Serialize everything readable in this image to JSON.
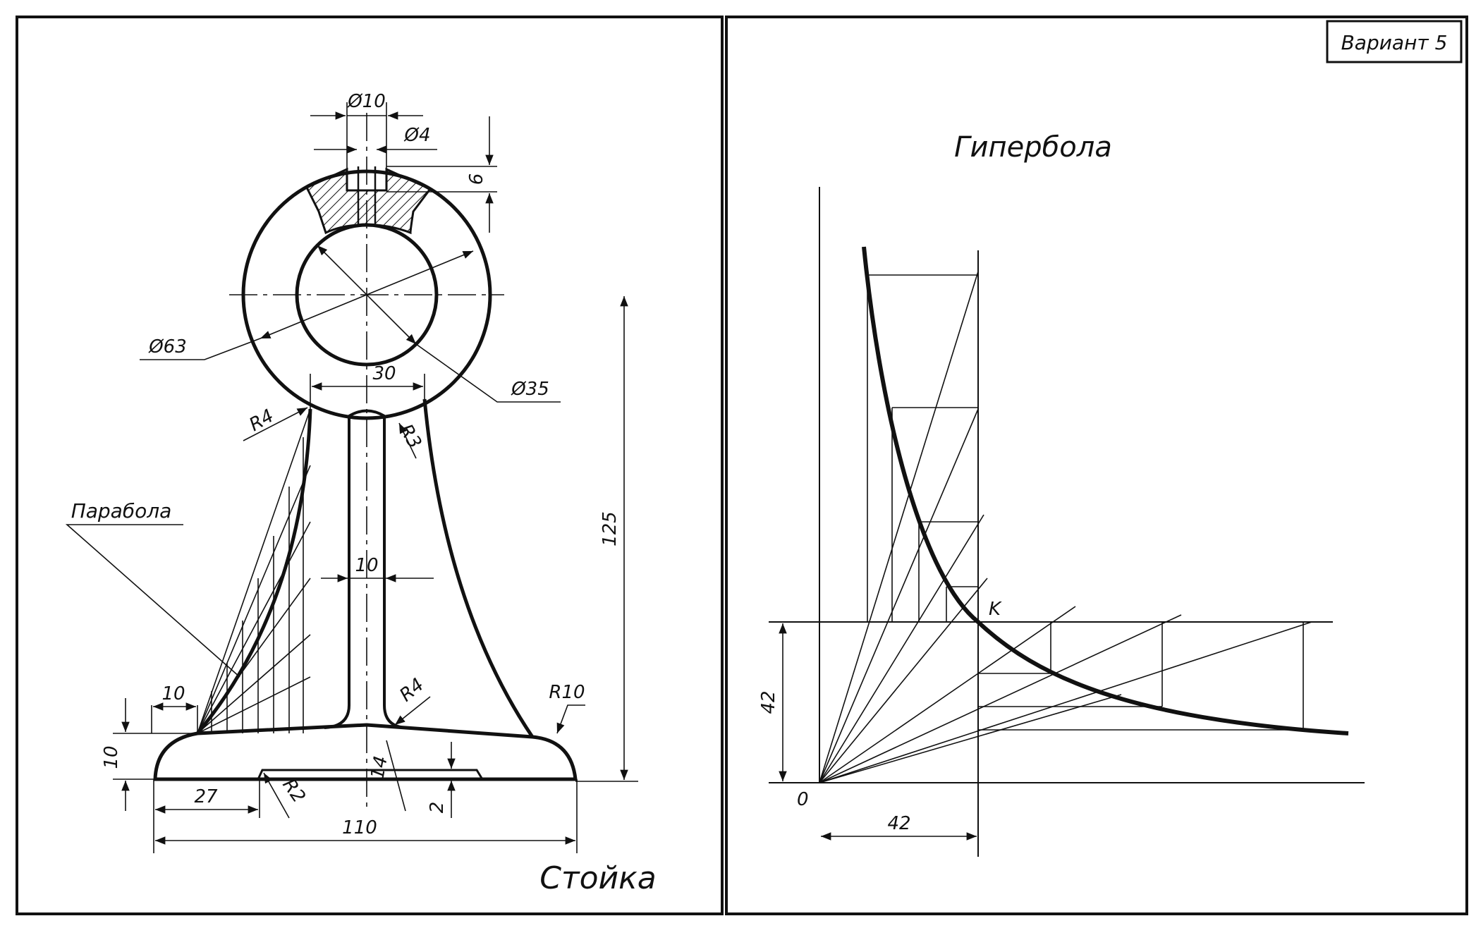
{
  "variant_label": "Вариант 5",
  "left_sheet": {
    "title": "Стойка",
    "parabola_label": "Парабола",
    "dims": {
      "d10": "Ø10",
      "d4": "Ø4",
      "six": "6",
      "d63": "Ø63",
      "d35": "Ø35",
      "thirty": "30",
      "r4_top": "R4",
      "r3": "R3",
      "h125": "125",
      "ten_mid": "10",
      "r4_low": "R4",
      "r10": "R10",
      "ten_left": "10",
      "ten_h": "10",
      "d27": "27",
      "r2": "R2",
      "fourteen": "14",
      "two": "2",
      "w110": "110"
    }
  },
  "right_sheet": {
    "title": "Гипербола",
    "point_k": "K",
    "origin": "0",
    "dim_vertical": "42",
    "dim_horizontal": "42"
  }
}
